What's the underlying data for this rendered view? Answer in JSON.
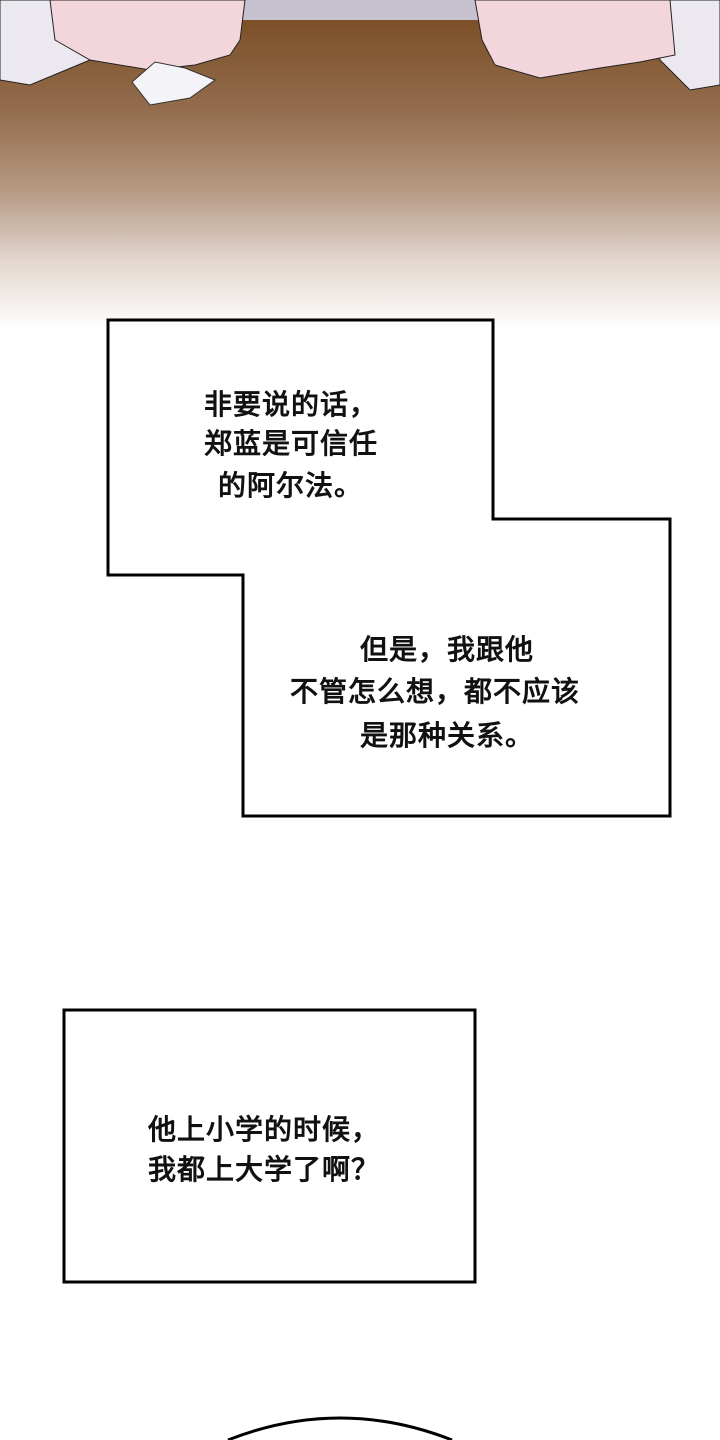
{
  "panels": {
    "scene": {
      "table_color": "#7c4f27",
      "skin_color": "#f3d6dc",
      "sleeve_color": "#ebe8f0"
    },
    "narration_1": {
      "lines": [
        "非要说的话，",
        "郑蓝是可信任",
        "的阿尔法。"
      ]
    },
    "narration_2": {
      "lines": [
        "但是，我跟他",
        "不管怎么想，都不应该",
        "是那种关系。"
      ]
    },
    "narration_3": {
      "lines": [
        "他上小学的时候，",
        "我都上大学了啊？"
      ]
    }
  }
}
